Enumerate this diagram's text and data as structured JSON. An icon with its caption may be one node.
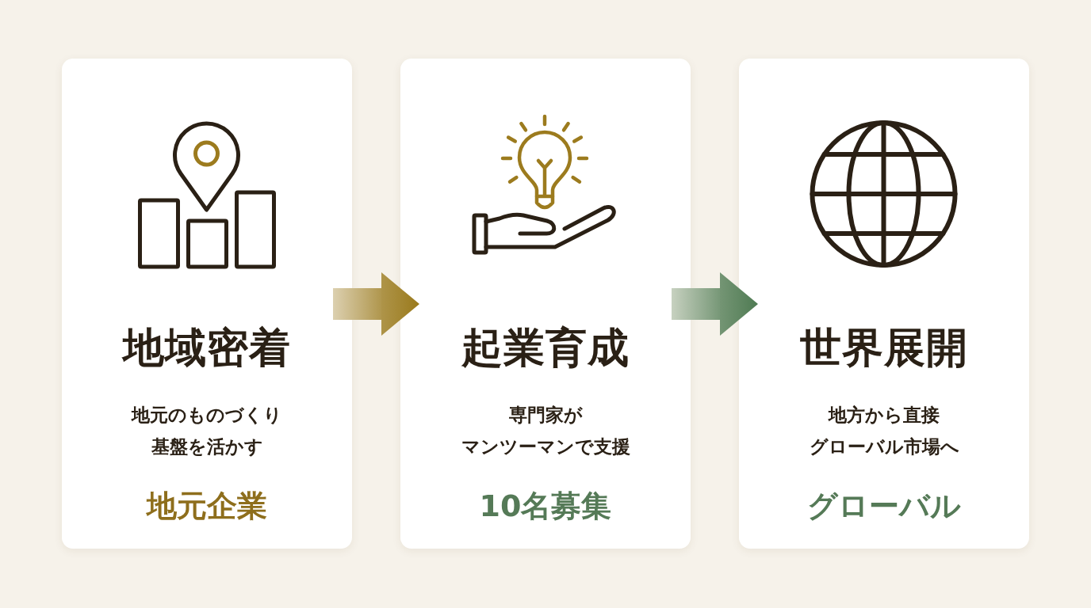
{
  "diagram": {
    "nodes": [
      {
        "text": [
          "地域密着",
          "地元のものづくり基盤を活かす",
          "地元企業"
        ]
      },
      {
        "text": [
          "起業育成",
          "専門家がマンツーマンで支援",
          "10名募集"
        ]
      },
      {
        "text": [
          "世界展開",
          "地方から直接グローバル市場へ",
          "グローバル"
        ]
      }
    ],
    "edges": [
      {
        "from": 0,
        "to": 1,
        "arrow": "to",
        "color": "#9a7a1c"
      },
      {
        "from": 1,
        "to": 2,
        "arrow": "to",
        "color": "#4f7b53"
      }
    ]
  }
}
